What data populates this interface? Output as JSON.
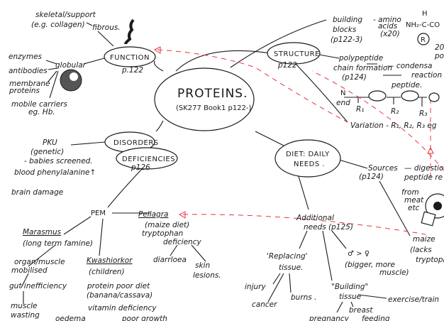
{
  "center": {
    "title": "PROTEINS.",
    "subtitle": "(SK277 Book1 p122-)"
  },
  "function": {
    "label": "FUNCTION",
    "page": "p.122",
    "fibrous": "fibrous.",
    "skeletal": "skeletal/support",
    "collagen": "(e.g. collagen)",
    "globular": "globular",
    "items": [
      "enzymes",
      "antibodies",
      "membrane",
      "proteins",
      "mobile carriers",
      "eg. Hb."
    ]
  },
  "structure": {
    "label": "STRUCTURE",
    "page": "p122",
    "building": [
      "building",
      "blocks",
      "(p122-3)"
    ],
    "amino": [
      "- amino",
      "acids",
      "(x20)"
    ],
    "formula": {
      "nh2": "NH₂-C-CO",
      "h": "H",
      "r": "R",
      "note": [
        "20",
        "po"
      ]
    },
    "polypeptide": [
      "polypeptide",
      "chain formation",
      "(p124)"
    ],
    "condensation": [
      "— condensa",
      "reaction"
    ],
    "chain": {
      "n": "N",
      "end": "end",
      "peptide": "peptide.",
      "r1": "R₁",
      "r2": "R₂",
      "r3": "R₃"
    },
    "variation": "Variation - R₁, R₂, R₃ eg"
  },
  "disorders": {
    "label": "DISORDERS",
    "pku": [
      "PKU",
      "(genetic)",
      "- babies screened.",
      "blood phenylalanine↑",
      "brain damage"
    ]
  },
  "deficiencies": {
    "label": "DEFICIENCIES",
    "page": "p126",
    "pem": "PEM",
    "pellagra": [
      "Pellagra",
      "(maize diet)",
      "tryptophan",
      "deficiency",
      "diarrloea",
      "skin",
      "lesions."
    ],
    "marasmus": [
      "Marasmus",
      "(long term famine)",
      "organ/muscle",
      "mobilised",
      "gut inefficiency",
      "muscle",
      "wasting"
    ],
    "kwashiorkor": [
      "Kwashiorkor",
      "(children)",
      "protein poor diet",
      "(banana/cassava)",
      "vitamin deficiency",
      "oedema",
      "poor growth"
    ]
  },
  "diet": {
    "label": [
      "DIET: DAILY",
      "NEEDS ."
    ],
    "sources": [
      "Sources",
      "(p124)",
      "— digestion",
      "peptide re",
      "from",
      "meat",
      "etc",
      "maize",
      "(lacks",
      "tryptoph"
    ],
    "additional": [
      "Additional",
      "needs (p125)"
    ],
    "replacing": [
      "'Replacing'",
      "tissue.",
      "injury",
      "cancer",
      "burns ."
    ],
    "sex": [
      "♂ > ♀",
      "(bigger, more",
      "muscle)"
    ],
    "building": [
      "\"Building\"",
      "tissue",
      "exercise/train",
      "pregnancy",
      "breast",
      "feeding"
    ]
  },
  "colors": {
    "ink": "#1a1a1a",
    "annotation": "#e8333f"
  }
}
